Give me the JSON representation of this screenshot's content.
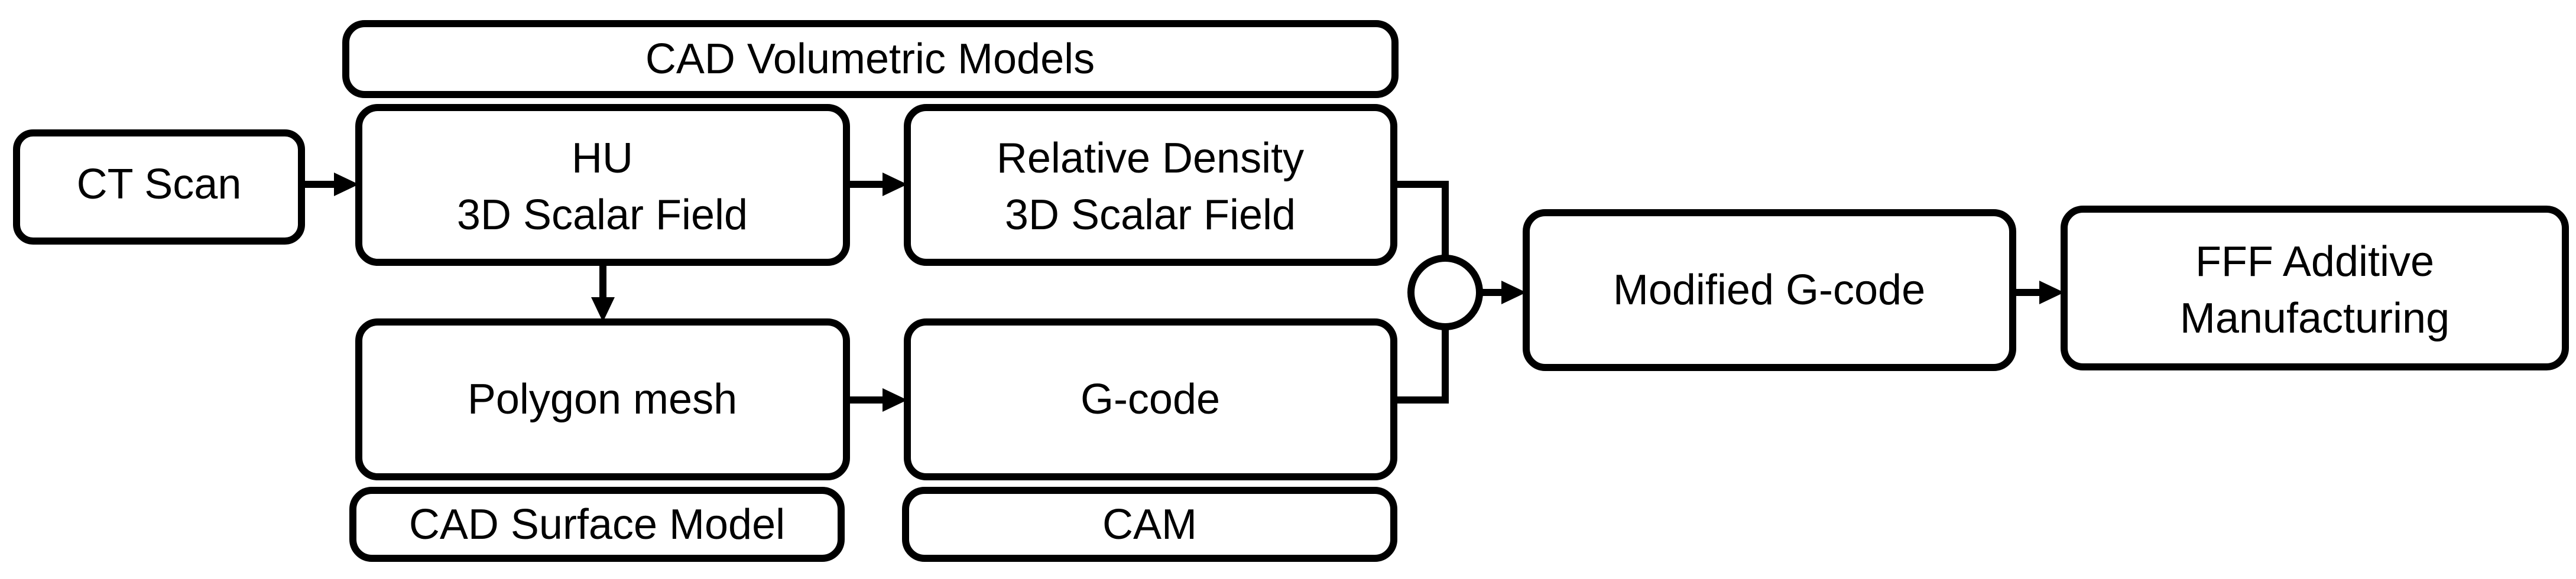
{
  "colors": {
    "stroke": "#000000",
    "fill": "#ffffff",
    "text": "#000000"
  },
  "diagram": {
    "labels": {
      "cad_volumetric": "CAD Volumetric Models",
      "cad_surface": "CAD Surface Model",
      "cam": "CAM"
    },
    "nodes": {
      "ct_scan": [
        "CT Scan"
      ],
      "hu_field": [
        "HU",
        "3D Scalar Field"
      ],
      "relative_density": [
        "Relative Density",
        "3D Scalar Field"
      ],
      "polygon_mesh": [
        "Polygon mesh"
      ],
      "gcode": [
        "G-code"
      ],
      "modified_gcode": [
        "Modified G-code"
      ],
      "fff": [
        "FFF Additive",
        "Manufacturing"
      ]
    },
    "edges": [
      {
        "from": "ct_scan",
        "to": "hu_field"
      },
      {
        "from": "hu_field",
        "to": "relative_density"
      },
      {
        "from": "hu_field",
        "to": "polygon_mesh"
      },
      {
        "from": "polygon_mesh",
        "to": "gcode"
      },
      {
        "from": "relative_density",
        "to": "merge"
      },
      {
        "from": "gcode",
        "to": "merge"
      },
      {
        "from": "merge",
        "to": "modified_gcode"
      },
      {
        "from": "modified_gcode",
        "to": "fff"
      }
    ]
  }
}
